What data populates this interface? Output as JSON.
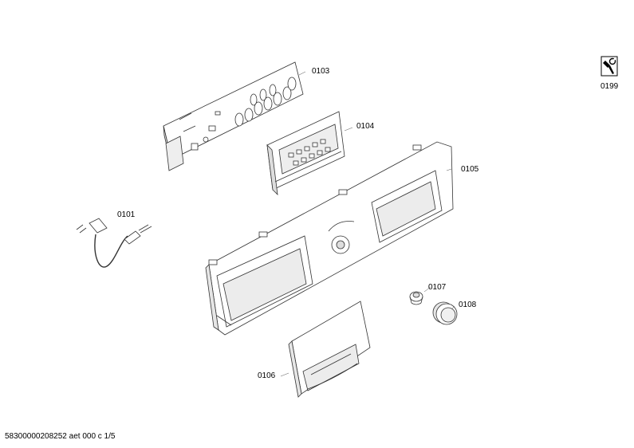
{
  "parts": [
    {
      "id": "0101",
      "label": "0101",
      "name": "power-cord"
    },
    {
      "id": "0103",
      "label": "0103",
      "name": "control-module-board"
    },
    {
      "id": "0104",
      "label": "0104",
      "name": "display-module"
    },
    {
      "id": "0105",
      "label": "0105",
      "name": "control-panel-fascia"
    },
    {
      "id": "0106",
      "label": "0106",
      "name": "detergent-drawer-handle"
    },
    {
      "id": "0107",
      "label": "0107",
      "name": "knob-insert"
    },
    {
      "id": "0108",
      "label": "0108",
      "name": "programme-selector-knob"
    },
    {
      "id": "0199",
      "label": "0199",
      "name": "service-tool"
    }
  ],
  "footer": {
    "text": "58300000208252 aet 000 c 1/5"
  },
  "icons": {
    "tool": "wrench-icon"
  },
  "colors": {
    "line": "#333333",
    "fill": "#ffffff",
    "shade": "#e6e6e6",
    "dark": "#444444"
  }
}
